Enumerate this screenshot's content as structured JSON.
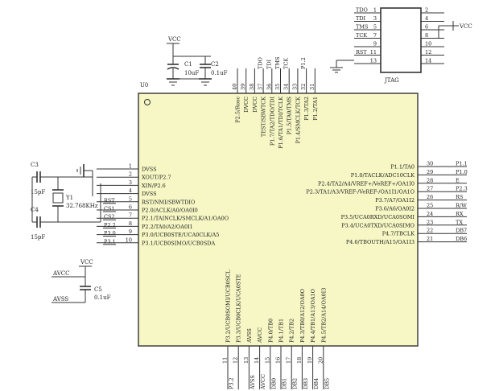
{
  "chip": {
    "ref": "U0",
    "left": [
      {
        "num": "1",
        "label": "DVSS",
        "net": ""
      },
      {
        "num": "2",
        "label": "XOUT/P2.7",
        "net": ""
      },
      {
        "num": "3",
        "label": "XIN/P2.6",
        "net": ""
      },
      {
        "num": "4",
        "label": "DVSS",
        "net": ""
      },
      {
        "num": "5",
        "label": "RST/NMI/SBWTDIO",
        "net": "RST"
      },
      {
        "num": "6",
        "label": "P2.0/ACLK/A0/OA0I0",
        "net": "CS1"
      },
      {
        "num": "7",
        "label": "P2.1/TAINCLK/SMCLK/A1/OA0O",
        "net": "CS2"
      },
      {
        "num": "8",
        "label": "P2.2/TA0/A2/OA0I1",
        "net": "P2.2"
      },
      {
        "num": "9",
        "label": "P3.0/UCB0STE/UCA0CLK/A5",
        "net": "P3.0"
      },
      {
        "num": "10",
        "label": "P3.1/UCB0SIMO/UCB0SDA",
        "net": "P3.1"
      }
    ],
    "right": [
      {
        "num": "30",
        "label": "P1.1/TA0",
        "net": "P1.1"
      },
      {
        "num": "29",
        "label": "P1.0/TACLK/ADC10CLK",
        "net": "P1.0"
      },
      {
        "num": "28",
        "label": "P2.4/TA2/A4/VREF+/VeREF+/OA1I0",
        "net": "E"
      },
      {
        "num": "27",
        "label": "P2.3/TA1/A3/VREF-/VeREF-/OA1I1/OA1O",
        "net": "P2.3"
      },
      {
        "num": "26",
        "label": "P3.7/A7/OA1I2",
        "net": "RS"
      },
      {
        "num": "25",
        "label": "P3.6/A6/OA0I2",
        "net": "R/W"
      },
      {
        "num": "24",
        "label": "P3.5/UCA0RXD/UCA0SOMI",
        "net": "RX"
      },
      {
        "num": "23",
        "label": "P3.4/UCA0TXD/UCA0SIMO",
        "net": "TX"
      },
      {
        "num": "22",
        "label": "P4.7/TBCLK",
        "net": "DB7"
      },
      {
        "num": "21",
        "label": "P4.6/TBOUTH/A15/OA1I3",
        "net": "DB6"
      }
    ],
    "top": [
      {
        "num": "40",
        "label": "P2.5/Rosc",
        "net": ""
      },
      {
        "num": "39",
        "label": "DVCC",
        "net": ""
      },
      {
        "num": "38",
        "label": "DVCC",
        "net": ""
      },
      {
        "num": "37",
        "label": "TEST/SBWTCK",
        "net": "TDO"
      },
      {
        "num": "36",
        "label": "P1.7/TA2/TDO/TDI",
        "net": "TDI"
      },
      {
        "num": "35",
        "label": "P1.6/TA1/TDI/TCLK",
        "net": "TMS"
      },
      {
        "num": "34",
        "label": "P1.5/TA0/TMS",
        "net": "TCK"
      },
      {
        "num": "33",
        "label": "P1.4/SMCLK/TCK",
        "net": ""
      },
      {
        "num": "32",
        "label": "P1.3/TA2",
        "net": "P1.2"
      },
      {
        "num": "31",
        "label": "P1.2/TA1",
        "net": ""
      }
    ],
    "bottom": [
      {
        "num": "11",
        "label": "P3.2/UCB0SOMI/UCB0SCL",
        "net": "P3.2"
      },
      {
        "num": "12",
        "label": "P3.3/UCB0CLK/UCA0STE",
        "net": ""
      },
      {
        "num": "13",
        "label": "AVSS",
        "net": "AVSS"
      },
      {
        "num": "14",
        "label": "AVCC",
        "net": "AVCC"
      },
      {
        "num": "15",
        "label": "P4.0/TB0",
        "net": "DB0"
      },
      {
        "num": "16",
        "label": "P4.1/TB1",
        "net": "DB1"
      },
      {
        "num": "17",
        "label": "P4.2/TB2",
        "net": "DB2"
      },
      {
        "num": "18",
        "label": "P4.3/TB0/A12/OA0O",
        "net": "DB3"
      },
      {
        "num": "19",
        "label": "P4.4/TB1/A13/OA1O",
        "net": "DB4"
      },
      {
        "num": "20",
        "label": "P4.5/TB2/A14/OA0I3",
        "net": "DB5"
      }
    ]
  },
  "jtag": {
    "ref": "JTAG",
    "left_nets": [
      "TDO",
      "TDI",
      "TMS",
      "TCK",
      "",
      "RST",
      "",
      ""
    ],
    "right_pins": [
      "2",
      "4",
      "6",
      "8",
      "10",
      "12",
      "14"
    ],
    "left_pins": [
      "1",
      "3",
      "5",
      "7",
      "9",
      "11",
      "13"
    ],
    "vcc": "VCC",
    "rst": "RST"
  },
  "power_top": {
    "vcc": "VCC",
    "c1_name": "C1",
    "c1_val": "10uF",
    "c2_name": "C2",
    "c2_val": "0.1uF"
  },
  "crystal": {
    "c3_name": "C3",
    "c3_val": "15pF",
    "c4_name": "C4",
    "c4_val": "15pF",
    "y_name": "Y1",
    "y_val": "32.768KHz"
  },
  "analog": {
    "vcc": "VCC",
    "avcc": "AVCC",
    "avss": "AVSS",
    "c5_name": "C5",
    "c5_val": "0.1uF"
  }
}
